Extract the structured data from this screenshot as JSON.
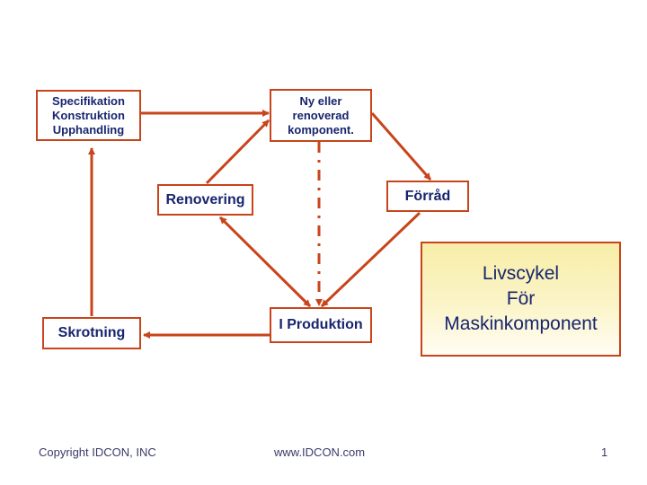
{
  "nodes": {
    "spec": {
      "lines": [
        "Specifikation",
        "Konstruktion",
        "Upphandling"
      ]
    },
    "new_component": {
      "lines": [
        "Ny eller",
        "renoverad",
        "komponent."
      ]
    },
    "renovering": {
      "label": "Renovering"
    },
    "forrad": {
      "label": "Förråd"
    },
    "produktion": {
      "label": "I Produktion"
    },
    "skrotning": {
      "label": "Skrotning"
    }
  },
  "title": {
    "lines": [
      "Livscykel",
      "För",
      "Maskinkomponent"
    ]
  },
  "footer": {
    "copyright": "Copyright IDCON, INC",
    "website": "www.IDCON.com",
    "page_number": "1"
  },
  "colors": {
    "arrow": "#c8441a",
    "box_border": "#c8441a",
    "text": "#18256e",
    "title_fill": "#f8eea8"
  }
}
